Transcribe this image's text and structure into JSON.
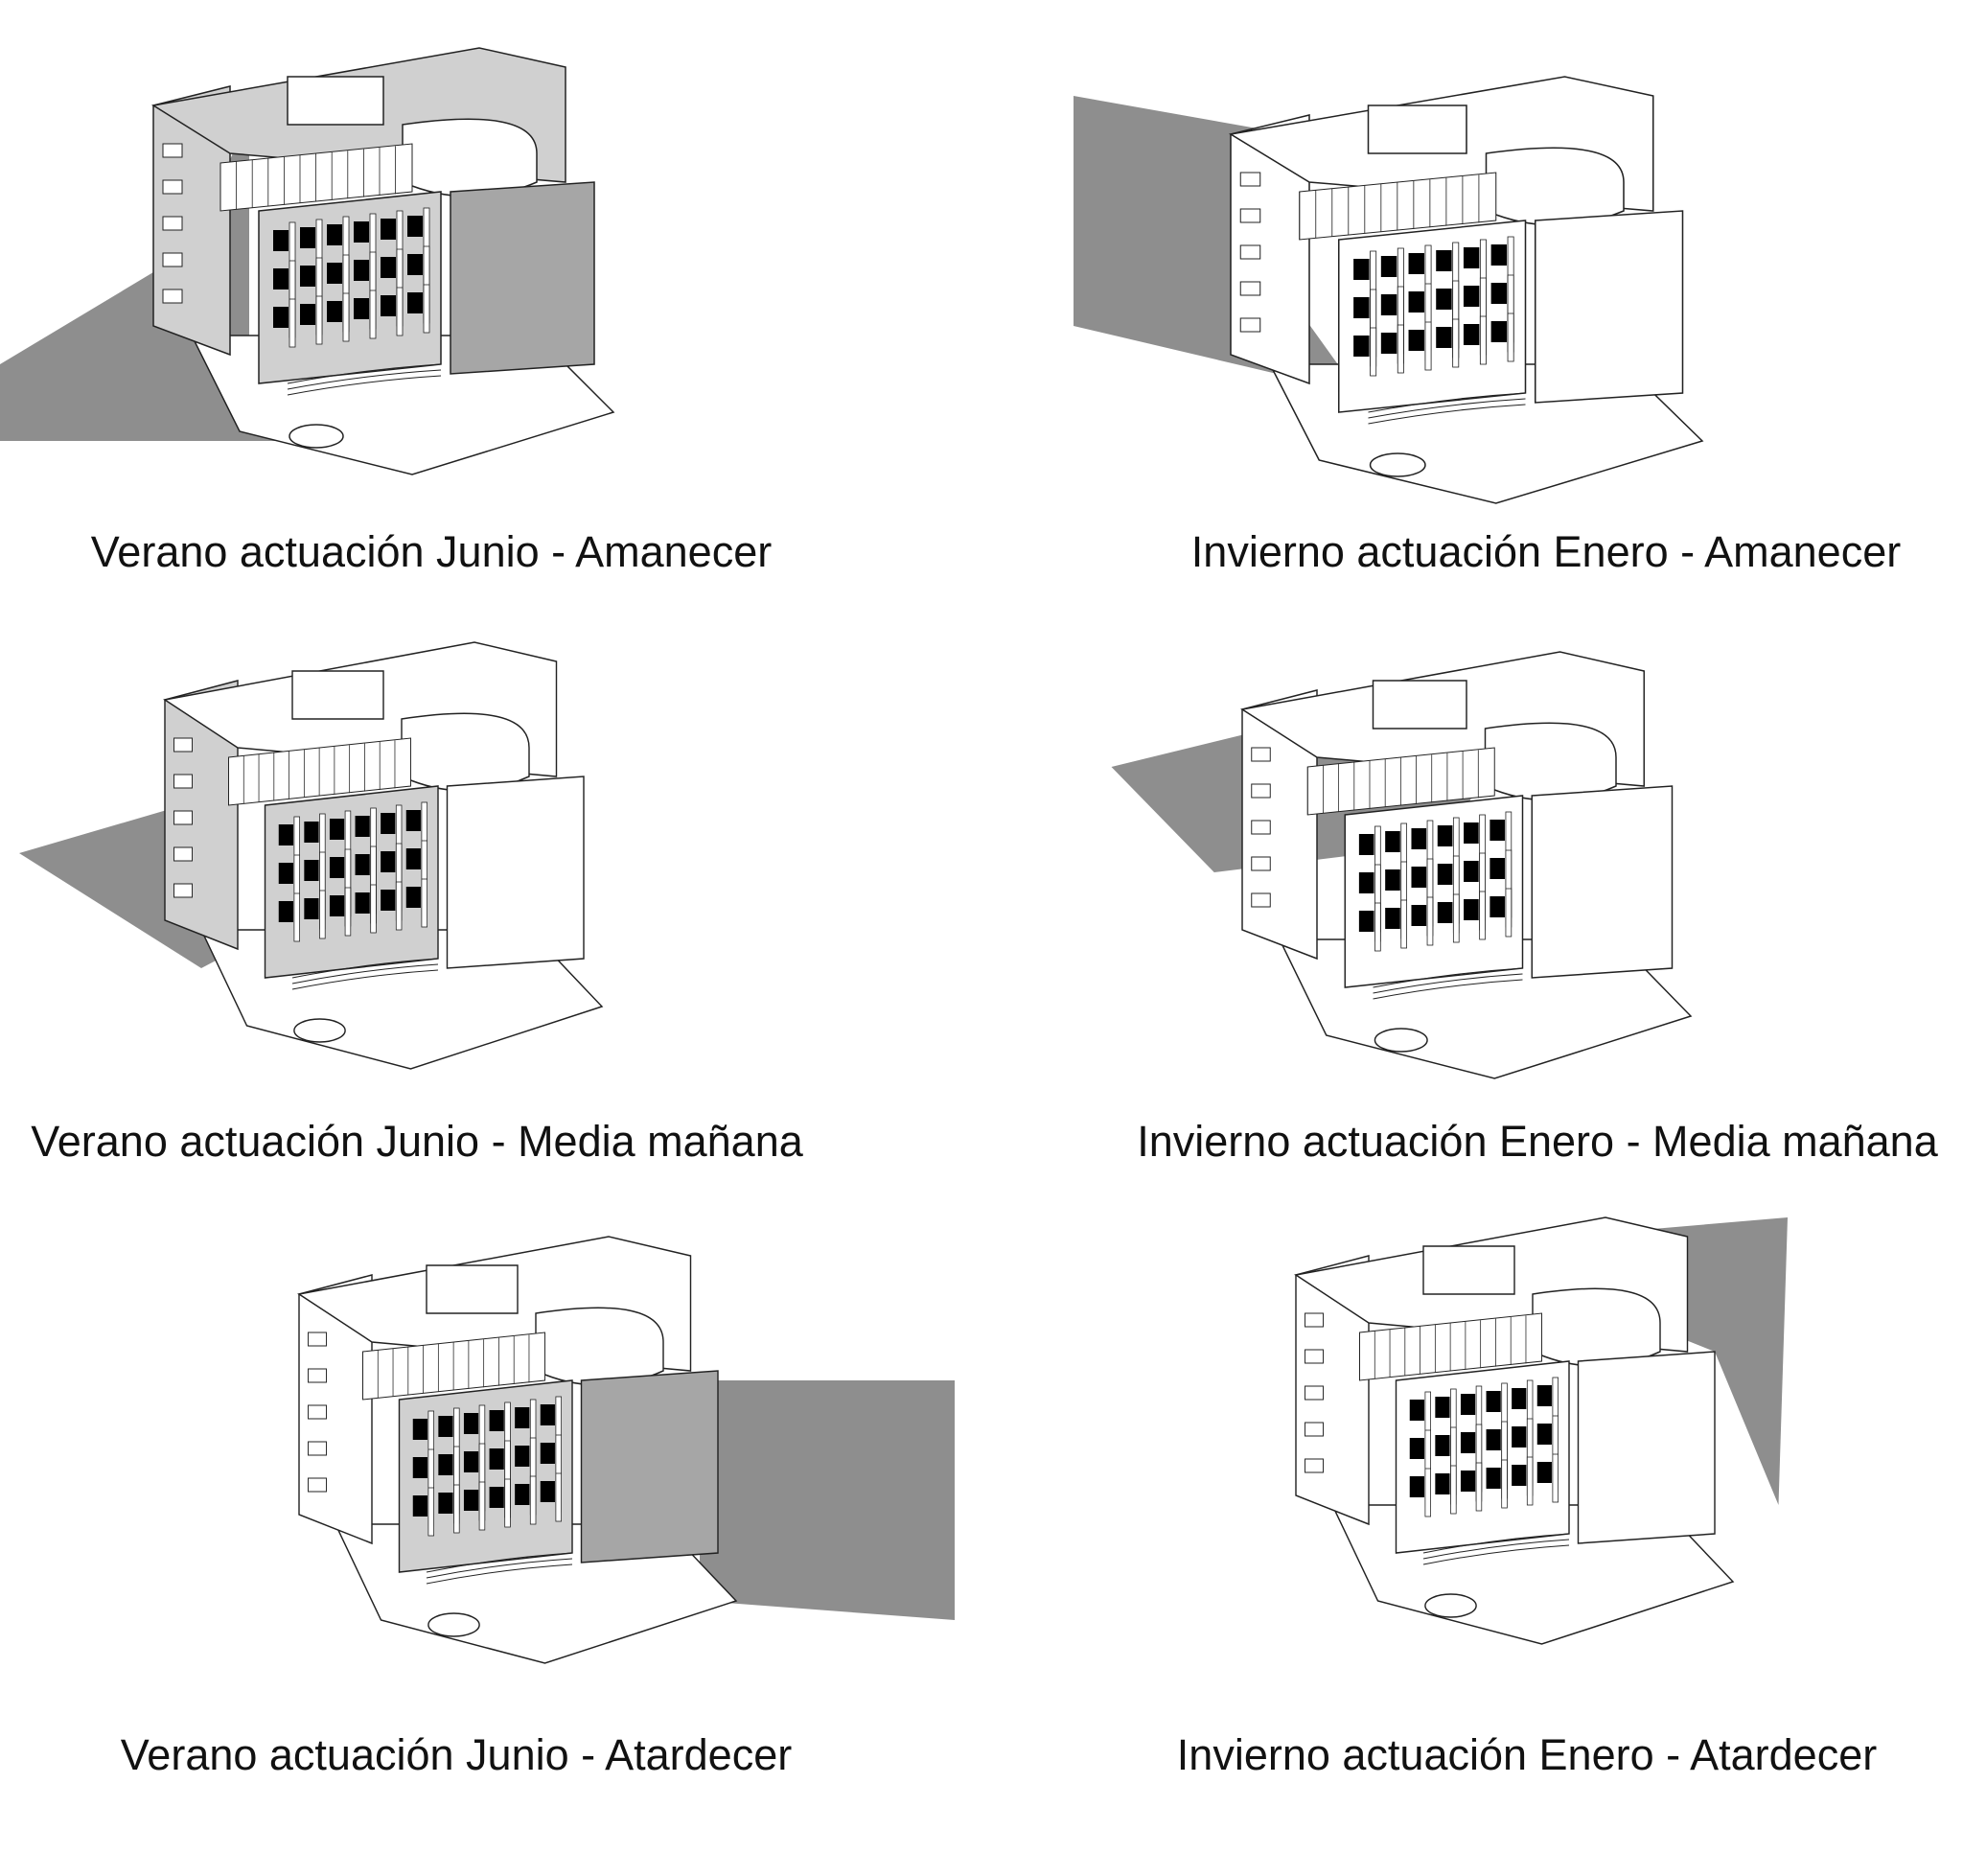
{
  "panels": [
    {
      "id": "summer-sunrise",
      "caption": "Verano actuación Junio - Amanecer",
      "shadow": "west"
    },
    {
      "id": "winter-sunrise",
      "caption": "Invierno actuación Enero - Amanecer",
      "shadow": "northwest"
    },
    {
      "id": "summer-midmorning",
      "caption": "Verano actuación Junio - Media mañana",
      "shadow": "southwest"
    },
    {
      "id": "winter-midmorning",
      "caption": "Invierno actuación Enero - Media mañana",
      "shadow": "north"
    },
    {
      "id": "summer-sunset",
      "caption": "Verano actuación Junio - Atardecer",
      "shadow": "east"
    },
    {
      "id": "winter-sunset",
      "caption": "Invierno actuación Enero - Atardecer",
      "shadow": "northeast"
    }
  ],
  "colors": {
    "shadow": "#8e8e8e",
    "light": "#ffffff",
    "mid": "#d0d0d0",
    "dark": "#a6a6a6",
    "window": "#000000",
    "line": "#222222"
  }
}
